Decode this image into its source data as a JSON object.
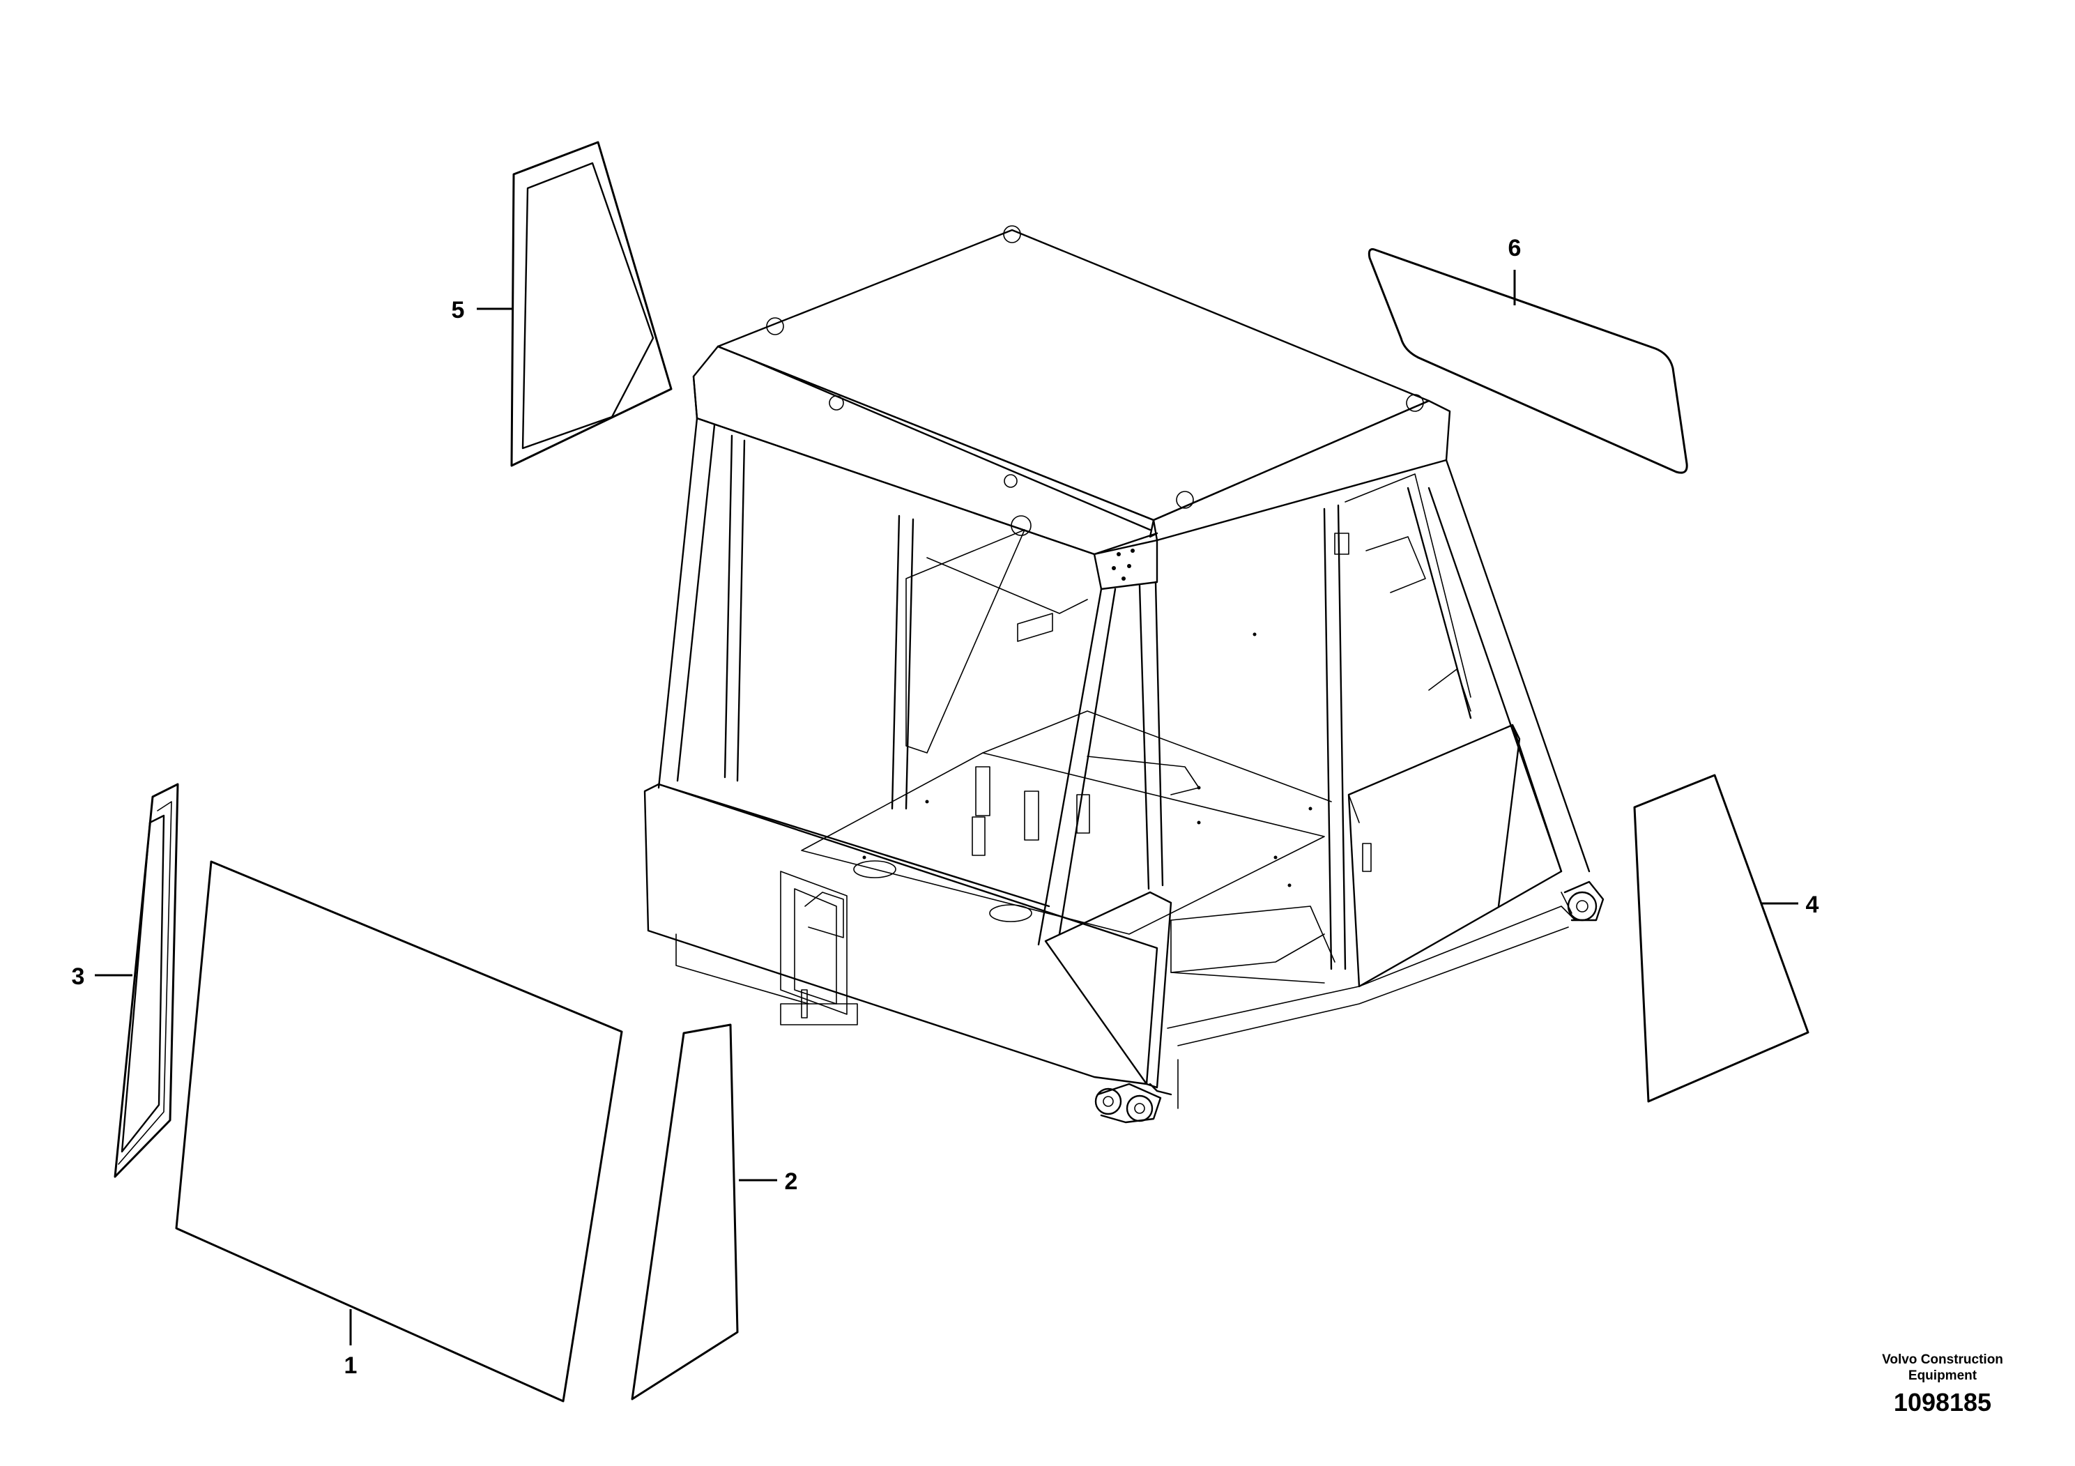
{
  "callouts": [
    {
      "id": "1",
      "label": "1"
    },
    {
      "id": "2",
      "label": "2"
    },
    {
      "id": "3",
      "label": "3"
    },
    {
      "id": "4",
      "label": "4"
    },
    {
      "id": "5",
      "label": "5"
    },
    {
      "id": "6",
      "label": "6"
    }
  ],
  "brand": {
    "line1": "Volvo Construction",
    "line2": "Equipment"
  },
  "drawing_number": "1098185"
}
